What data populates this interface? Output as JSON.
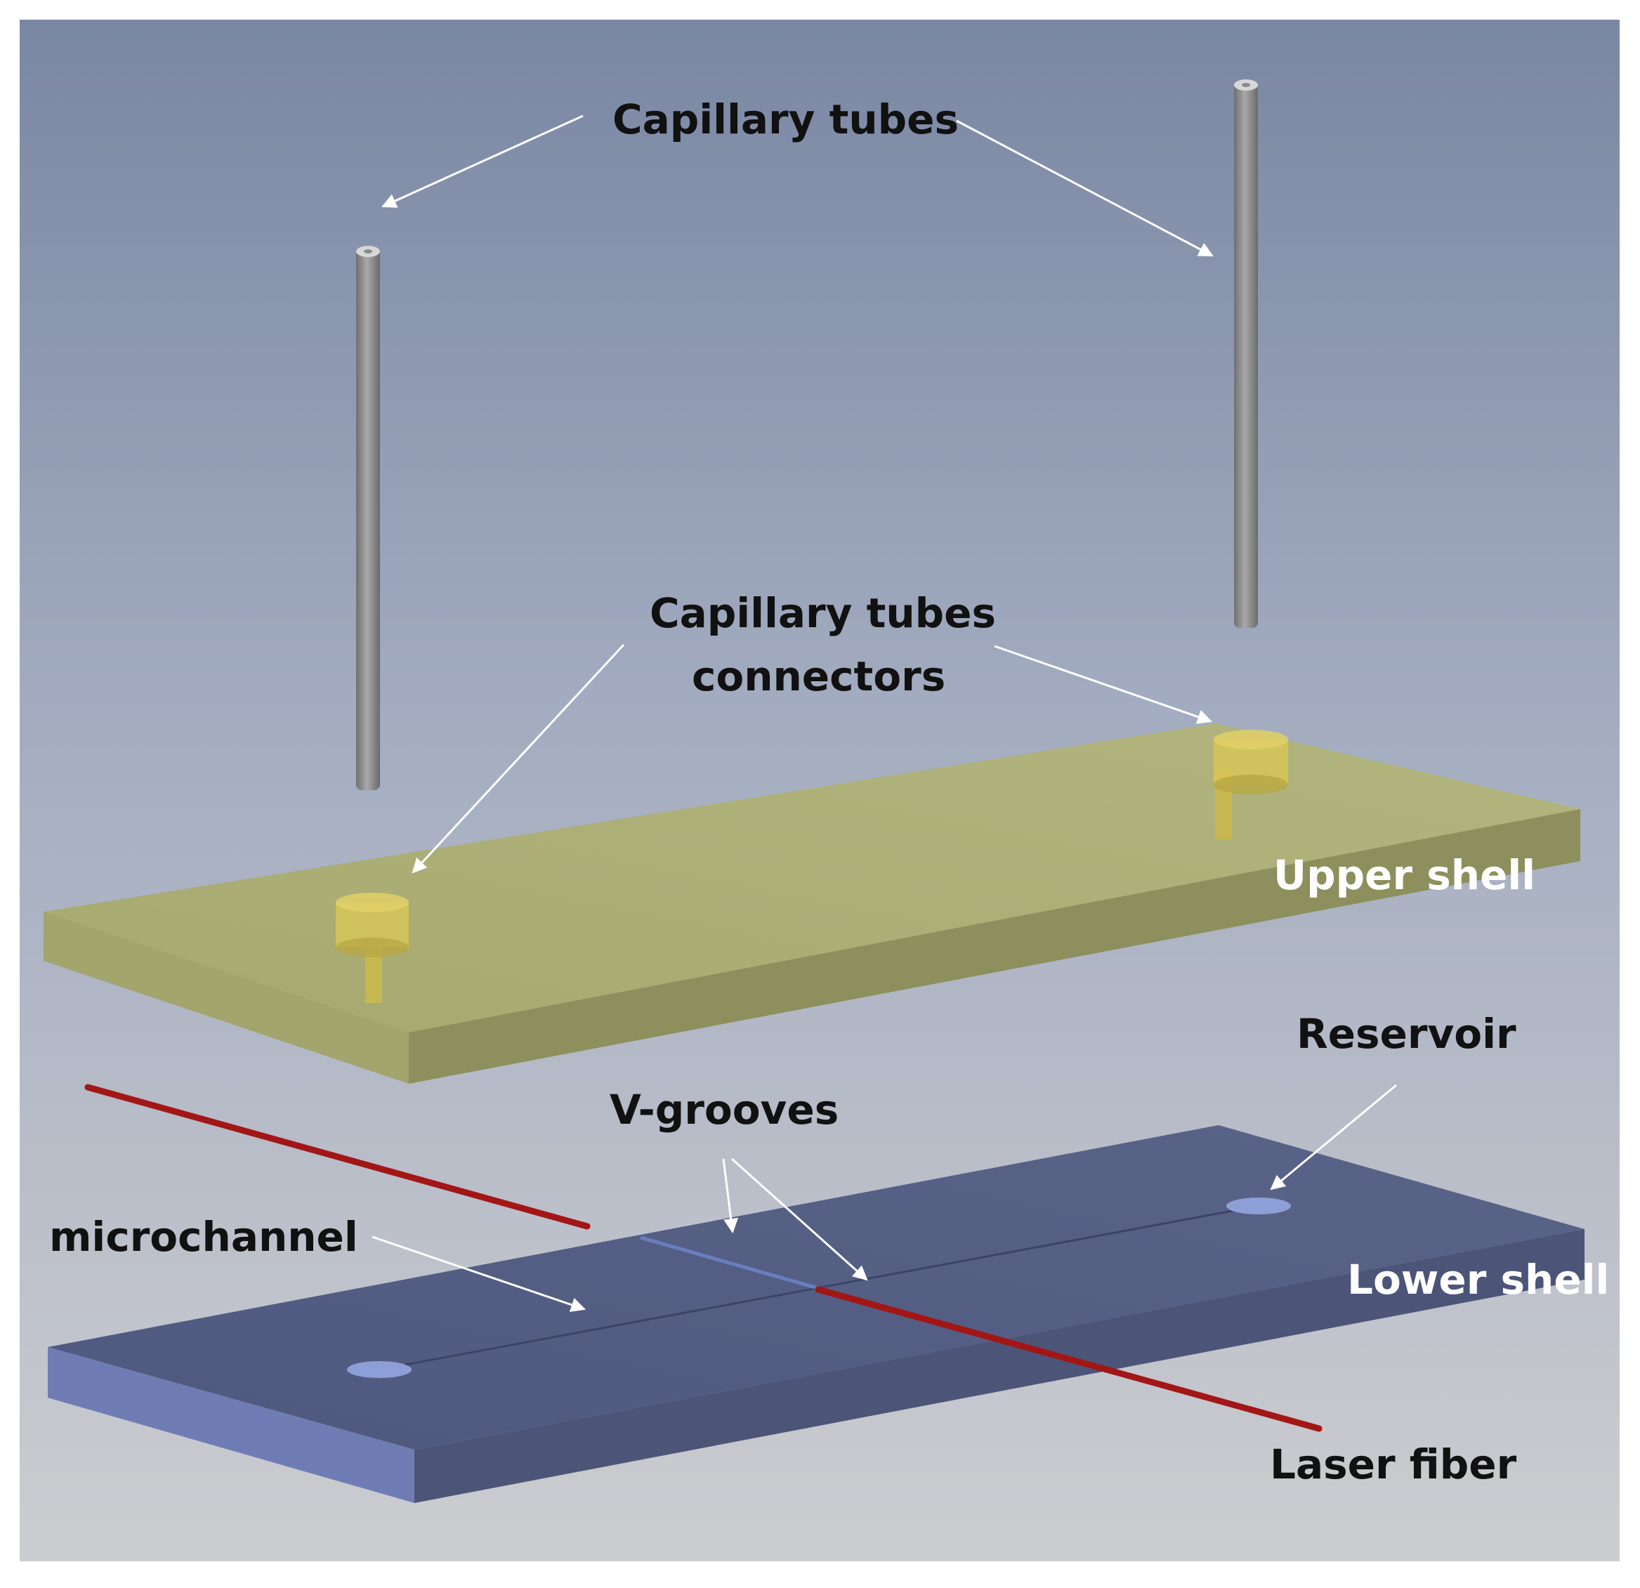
{
  "labels": {
    "capillary_tubes": "Capillary tubes",
    "connectors_line1": "Capillary tubes",
    "connectors_line2": "connectors",
    "upper_shell": "Upper shell",
    "reservoir": "Reservoir",
    "v_grooves": "V-grooves",
    "microchannel": "microchannel",
    "lower_shell": "Lower shell",
    "laser_fiber": "Laser fiber"
  },
  "colors": {
    "background_top": "#7d8aa6",
    "background_bottom": "#c9cbcf",
    "upper_shell": "#a9ac74",
    "lower_shell": "#525c82",
    "capillary_tube": "#8e8e8e",
    "laser_fiber": "#a31616",
    "connector": "#d4c24e",
    "arrow": "#ffffff"
  }
}
